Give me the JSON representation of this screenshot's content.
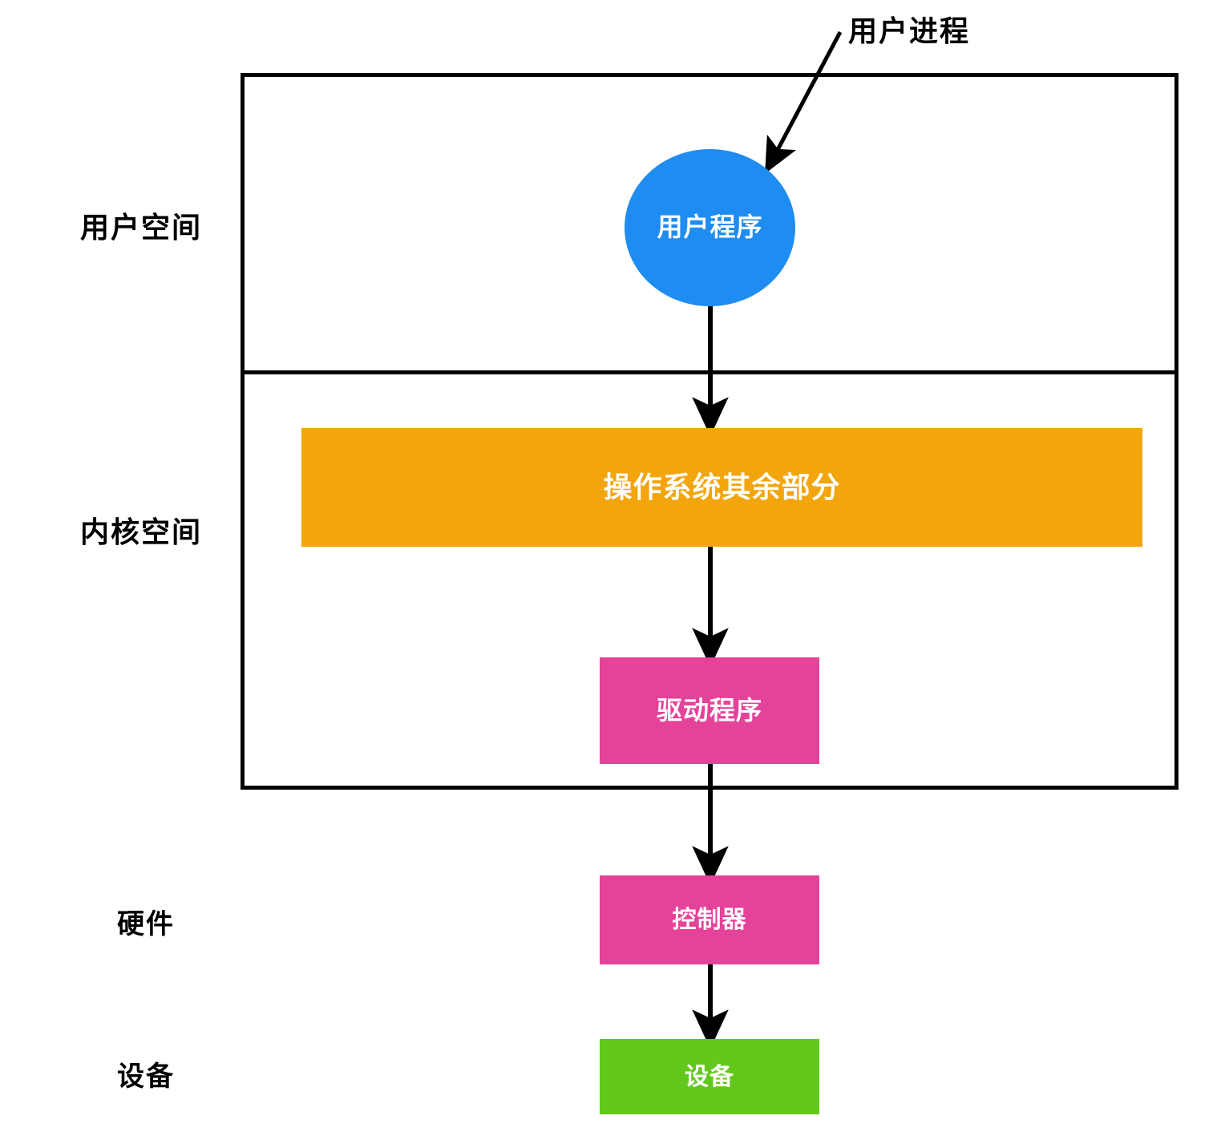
{
  "diagram": {
    "title_annotation": "用户进程",
    "side_labels": [
      {
        "id": "user-space",
        "text": "用户空间"
      },
      {
        "id": "kernel-space",
        "text": "内核空间"
      },
      {
        "id": "hardware",
        "text": "硬件"
      },
      {
        "id": "device",
        "text": "设备"
      }
    ],
    "nodes": [
      {
        "id": "user-program",
        "text": "用户程序",
        "shape": "ellipse",
        "color": "#1E8CF0",
        "text_color": "#FFFFFF"
      },
      {
        "id": "os-rest",
        "text": "操作系统其余部分",
        "shape": "rectangle",
        "color": "#F2A50C",
        "text_color": "#FFFFFF"
      },
      {
        "id": "driver",
        "text": "驱动程序",
        "shape": "rectangle",
        "color": "#E5429A",
        "text_color": "#FFFFFF"
      },
      {
        "id": "controller",
        "text": "控制器",
        "shape": "rectangle",
        "color": "#E5429A",
        "text_color": "#FFFFFF"
      },
      {
        "id": "device",
        "text": "设备",
        "shape": "rectangle",
        "color": "#63C81C",
        "text_color": "#FFFFFF"
      }
    ],
    "connectors": [
      {
        "id": "user-process-pointer",
        "from": "用户进程",
        "to": "用户程序",
        "style": "diagonal-arrow"
      },
      {
        "id": "program-to-os",
        "from": "用户程序",
        "to": "操作系统其余部分",
        "style": "vertical-arrow"
      },
      {
        "id": "os-to-driver",
        "from": "操作系统其余部分",
        "to": "驱动程序",
        "style": "vertical-arrow"
      },
      {
        "id": "driver-to-controller",
        "from": "驱动程序",
        "to": "控制器",
        "style": "vertical-arrow"
      },
      {
        "id": "controller-to-device",
        "from": "控制器",
        "to": "设备",
        "style": "vertical-arrow"
      }
    ],
    "frame": {
      "id": "os-boundary",
      "border_color": "#000000",
      "divider_label_top": "用户空间",
      "divider_label_bottom": "内核空间"
    }
  }
}
